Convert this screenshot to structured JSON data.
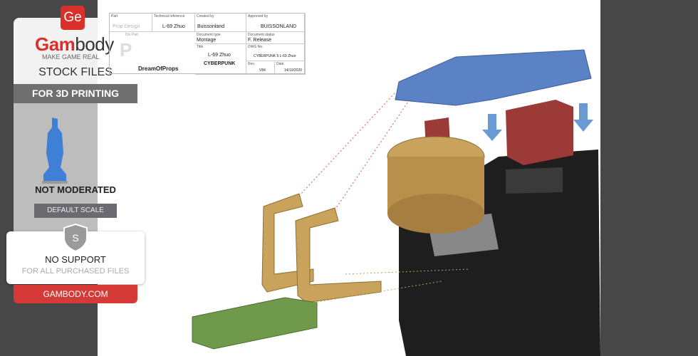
{
  "title_block": {
    "part_label": "Part",
    "part_value": "Prop Design",
    "part_sub": "Div Part",
    "tech_ref_label": "Technical reference",
    "tech_ref_value": "L-69 Zhuo",
    "created_label": "Created by",
    "created_value": "Buissonland",
    "approved_label": "Approved by",
    "approved_value": "BUISSONLAND",
    "doctype_label": "Document type",
    "doctype_value": "Montage",
    "docstatus_label": "Document status",
    "docstatus_value": "F. Release",
    "title_label": "Title",
    "title_value1": "L-69 Zhuo",
    "title_value2": "CYBERPUNK",
    "dwg_label": "DWG No.",
    "dwg_value": "CYBERPUNK 5 L-69 Zhuo",
    "rev_label": "Rev.",
    "rev_value": "V84",
    "date_label": "Date",
    "date_value": "14/10/2020",
    "company": "DreamOfProps"
  },
  "badge": {
    "logo_text": "Ge",
    "brand_red": "Gam",
    "brand_dark": "body",
    "tagline": "MAKE GAME REAL",
    "stock": "STOCK FILES",
    "for_printing": "FOR 3D PRINTING",
    "not_moderated": "NOT MODERATED",
    "default_scale": "DEFAULT SCALE",
    "shield_letter": "S",
    "no_support": "NO SUPPORT",
    "purchased": "FOR ALL PURCHASED FILES",
    "site": "GAMBODY.COM"
  },
  "colors": {
    "brand_red": "#d9302c",
    "part_blue": "#5b82c4",
    "part_red": "#9b3a37",
    "part_gold": "#c9a35c",
    "part_green": "#6f9a4c",
    "part_black": "#1e1e1e"
  }
}
